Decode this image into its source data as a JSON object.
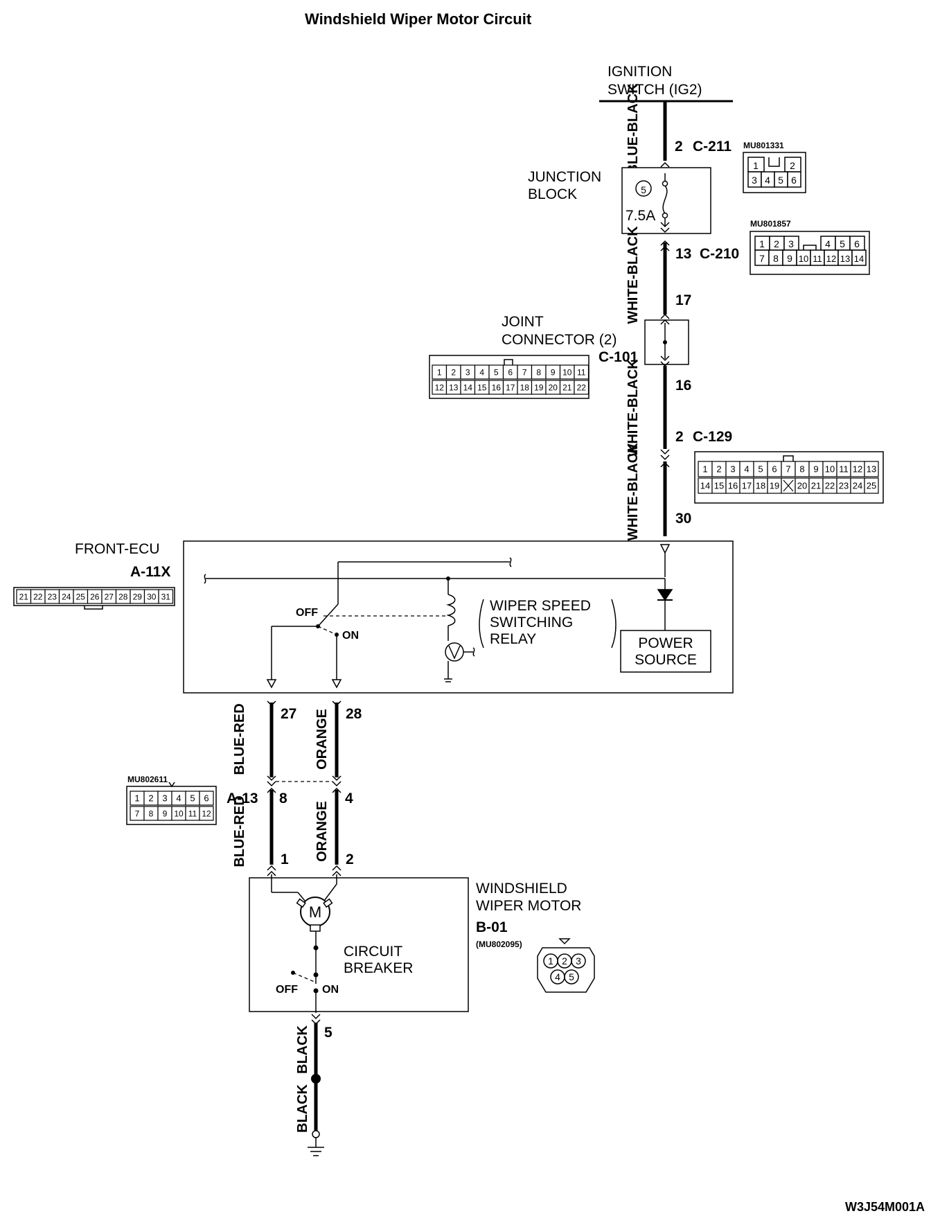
{
  "title": "Windshield Wiper Motor Circuit",
  "ignition_switch": {
    "line1": "IGNITION",
    "line2": "SWITCH (IG2)"
  },
  "junction_block": {
    "line1": "JUNCTION",
    "line2": "BLOCK",
    "fuse_no": "5",
    "fuse_rating": "7.5A"
  },
  "joint_connector": {
    "line1": "JOINT",
    "line2": "CONNECTOR (2)",
    "id": "C-101"
  },
  "connectors": {
    "c211": {
      "pin": "2",
      "id": "C-211",
      "part": "MU801331",
      "cells_top": [
        "1",
        "2"
      ],
      "cells_bottom": [
        "3",
        "4",
        "5",
        "6"
      ]
    },
    "c210": {
      "pin": "13",
      "id": "C-210",
      "part": "MU801857",
      "cells_top": [
        "1",
        "2",
        "3",
        "4",
        "5",
        "6"
      ],
      "cells_bottom": [
        "7",
        "8",
        "9",
        "10",
        "11",
        "12",
        "13",
        "14"
      ]
    },
    "c101": {
      "pin_top": "17",
      "pin_bottom": "16",
      "cells_top": [
        "1",
        "2",
        "3",
        "4",
        "5",
        "6",
        "7",
        "8",
        "9",
        "10",
        "11"
      ],
      "cells_bottom": [
        "12",
        "13",
        "14",
        "15",
        "16",
        "17",
        "18",
        "19",
        "20",
        "21",
        "22"
      ]
    },
    "c129": {
      "pin": "2",
      "id": "C-129",
      "cells_top": [
        "1",
        "2",
        "3",
        "4",
        "5",
        "6",
        "7",
        "8",
        "9",
        "10",
        "11",
        "12",
        "13"
      ],
      "cells_bottom": [
        "14",
        "15",
        "16",
        "17",
        "18",
        "19",
        "",
        "20",
        "21",
        "22",
        "23",
        "24",
        "25"
      ]
    },
    "a11x": {
      "cells": [
        "21",
        "22",
        "23",
        "24",
        "25",
        "26",
        "27",
        "28",
        "29",
        "30",
        "31"
      ]
    },
    "a13": {
      "id": "A-13",
      "part": "MU802611",
      "pin_left": "8",
      "pin_right": "4",
      "cells_top": [
        "1",
        "2",
        "3",
        "4",
        "5",
        "6"
      ],
      "cells_bottom": [
        "7",
        "8",
        "9",
        "10",
        "11",
        "12"
      ]
    },
    "b01": {
      "id": "B-01",
      "part": "(MU802095)",
      "cells": [
        "1",
        "2",
        "3",
        "4",
        "5"
      ]
    }
  },
  "wires": {
    "w1": "BLUE-BLACK",
    "w2": "WHITE-BLACK",
    "w3": "WHITE-BLACK",
    "w4": "WHITE-BLACK",
    "w5a": "BLUE-RED",
    "w5b": "ORANGE",
    "w6a": "BLUE-RED",
    "w6b": "ORANGE",
    "w7": "BLACK",
    "w8": "BLACK"
  },
  "front_ecu": {
    "name": "FRONT-ECU",
    "id": "A-11X",
    "pin_30": "30",
    "pin_27": "27",
    "pin_28": "28",
    "switch_off": "OFF",
    "switch_on": "ON",
    "relay_line1": "WIPER SPEED",
    "relay_line2": "SWITCHING",
    "relay_line3": "RELAY",
    "power_line1": "POWER",
    "power_line2": "SOURCE"
  },
  "motor": {
    "line1": "WINDSHIELD",
    "line2": "WIPER MOTOR",
    "symbol": "M",
    "breaker_line1": "CIRCUIT",
    "breaker_line2": "BREAKER",
    "off": "OFF",
    "on": "ON",
    "pin_1": "1",
    "pin_2": "2",
    "pin_5": "5"
  },
  "footer_code": "W3J54M001A"
}
